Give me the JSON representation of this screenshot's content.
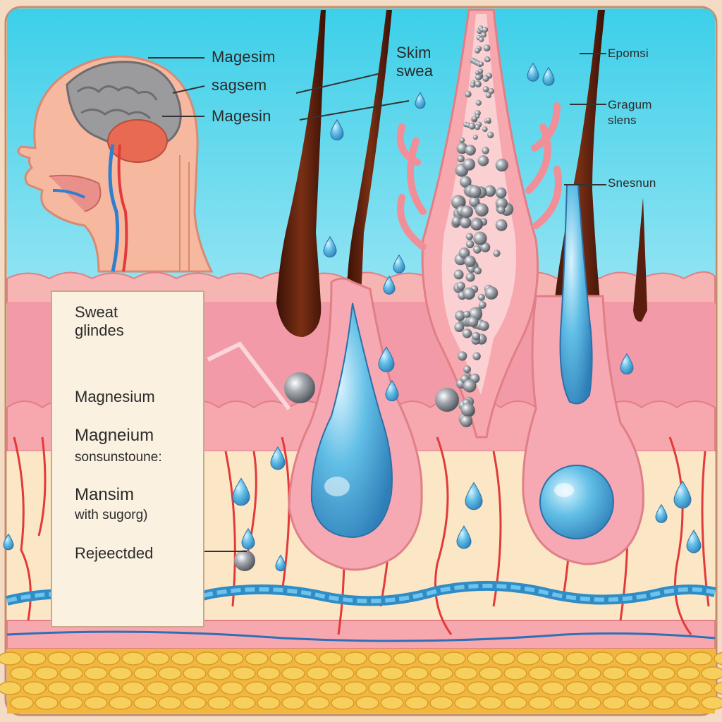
{
  "labels": {
    "magesim": "Magesim",
    "sagsem": "sagsem",
    "magesin": "Magesin",
    "skim": "Skim",
    "swea": "swea",
    "epomsi": "Epomsi",
    "gragum_slens": "Gragum slens",
    "snesnun": "Snesnun"
  },
  "panel": {
    "sweat_glindes": "Sweat glindes",
    "magnesium": "Magnesium",
    "magneium": "Magneium",
    "sonsunstoune": "sonsunstoune:",
    "mansim": "Mansim",
    "with_sugorg": "with sugorg)",
    "rejected": "Rejeectded"
  },
  "colors": {
    "sky": "#46d4ee",
    "skin_pink": "#f29aa7",
    "epidermis": "#f6b4b2",
    "dermis_cream": "#fbe7c6",
    "fat": "#f6c64e",
    "hair": "#5a1e0e",
    "sweat_blue": "#59b7de",
    "vessel_red": "#e23a3a",
    "vein_blue": "#2f8cc4",
    "magnesium_grey": "#8a8f96"
  }
}
